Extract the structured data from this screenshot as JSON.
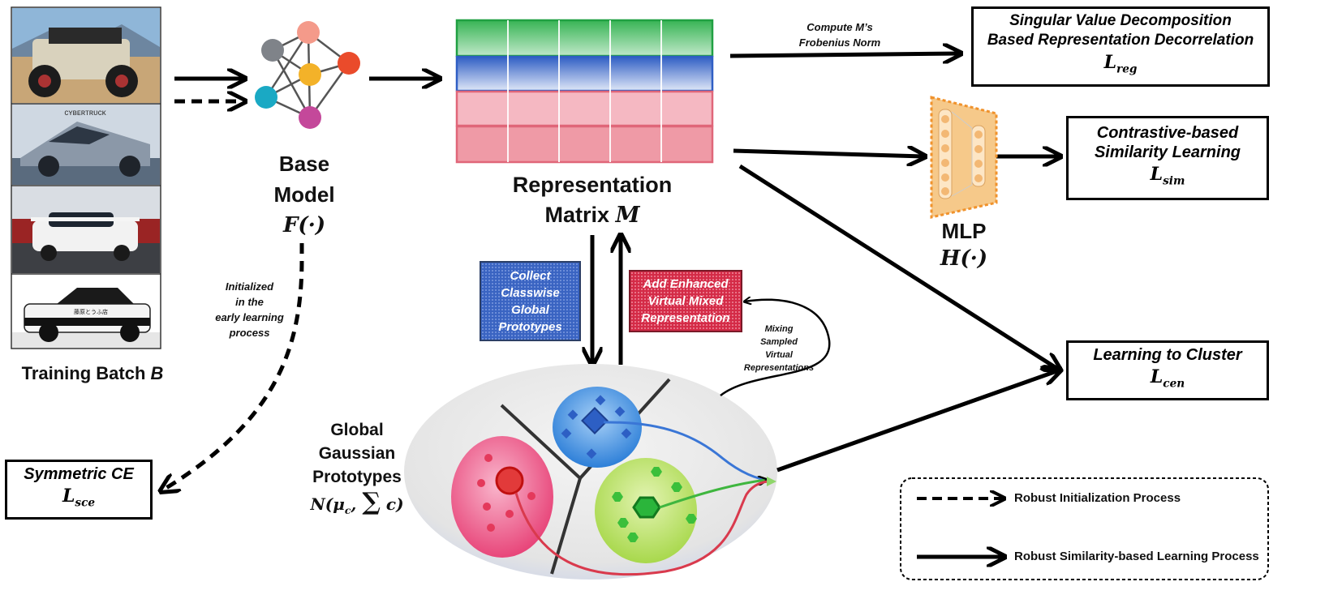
{
  "training_batch": {
    "label": "Training Batch",
    "var": "B"
  },
  "base_model": {
    "line1": "Base",
    "line2": "Model",
    "func": "F(·)"
  },
  "representation": {
    "line1": "Representation",
    "line2": "Matrix",
    "var": "M"
  },
  "init_note": {
    "line1": "Initialized",
    "line2": "in the",
    "line3": "early learning",
    "line4": "process"
  },
  "frobenius_note": {
    "line1": "Compute M’s",
    "line2": "Frobenius Norm"
  },
  "svd_box": {
    "line1": "Singular Value Decomposition",
    "line2": "Based Representation Decorrelation",
    "loss": "L",
    "sub": "reg"
  },
  "contrastive_box": {
    "line1": "Contrastive-based",
    "line2": "Similarity Learning",
    "loss": "L",
    "sub": "sim"
  },
  "cluster_box": {
    "line1": "Learning to Cluster",
    "loss": "L",
    "sub": "cen"
  },
  "sce_box": {
    "line1": "Symmetric CE",
    "loss": "L",
    "sub": "sce"
  },
  "mlp": {
    "label": "MLP",
    "func": "H(·)"
  },
  "collect_note": {
    "line1": "Collect",
    "line2": "Classwise",
    "line3": "Global",
    "line4": "Prototypes"
  },
  "add_note": {
    "line1": "Add Enhanced",
    "line2": "Virtual Mixed",
    "line3": "Representation"
  },
  "mixing_note": {
    "line1": "Mixing",
    "line2": "Sampled",
    "line3": "Virtual",
    "line4": "Representations"
  },
  "gaussian": {
    "line1": "Global",
    "line2": "Gaussian",
    "line3": "Prototypes",
    "formula_n": "N(",
    "mu": "μ",
    "mu_sub": "c",
    "sum": "∑",
    "c": "c)"
  },
  "legend": {
    "dashed": "Robust Initialization  Process",
    "solid": "Robust Similarity-based Learning Process"
  },
  "colors": {
    "green_row": "#2aa84a",
    "blue_row": "#2f5ec4",
    "red_row": "#e27a8c",
    "collect_fill": "#3a64c2",
    "add_fill": "#d42b47",
    "mlp_fill": "#f6c98a",
    "mlp_border": "#f0922c",
    "pink_cluster": "#e8467a",
    "blue_cluster": "#2d7fd8",
    "green_cluster": "#9fd44a"
  },
  "icons": [
    "jeep-photo",
    "cybertruck-photo",
    "white-car-photo",
    "ae86-photo",
    "neural-network-icon",
    "mlp-trapezoid-icon"
  ]
}
